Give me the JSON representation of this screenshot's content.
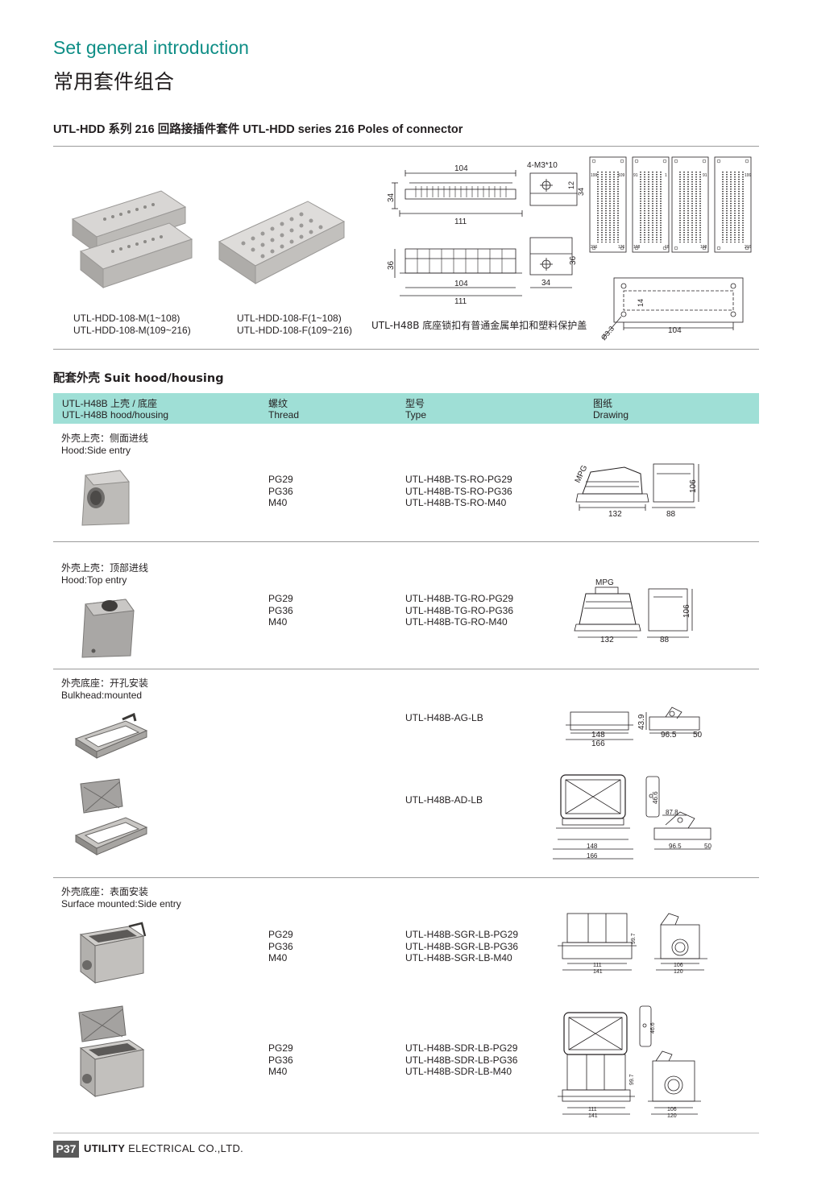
{
  "header": {
    "title_en": "Set general introduction",
    "title_cn": "常用套件组合"
  },
  "section1": {
    "heading": "UTL-HDD 系列 216 回路接插件套件  UTL-HDD series 216 Poles of connector",
    "male_labels": [
      "UTL-HDD-108-M(1~108)",
      "UTL-HDD-108-M(109~216)"
    ],
    "female_labels": [
      "UTL-HDD-108-F(1~108)",
      "UTL-HDD-108-F(109~216)"
    ],
    "housing_note": "UTL-H48B 底座锁扣有普通金属单扣和塑料保护盖",
    "dims": {
      "d104": "104",
      "d111": "111",
      "d34": "34",
      "d36": "36",
      "m3": "4-M3*10",
      "d12": "12",
      "d14": "14",
      "d33": "Ø3.3",
      "pin_labels": [
        "199",
        "109",
        "91",
        "1",
        "91",
        "199",
        "216",
        "126",
        "108",
        "18",
        "108",
        "216",
        "18",
        "126"
      ]
    }
  },
  "section2": {
    "heading": "配套外壳  Suit hood/housing",
    "table_header": {
      "col1": [
        "UTL-H48B 上壳 / 底座",
        "UTL-H48B hood/housing"
      ],
      "col2": [
        "螺纹",
        "Thread"
      ],
      "col3": [
        "型号",
        "Type"
      ],
      "col4": [
        "图纸",
        "Drawing"
      ]
    },
    "rows": [
      {
        "label": [
          "外壳上壳：侧面进线",
          "Hood:Side entry"
        ],
        "threads": [
          "PG29",
          "PG36",
          "M40"
        ],
        "types": [
          "UTL-H48B-TS-RO-PG29",
          "UTL-H48B-TS-RO-PG36",
          "UTL-H48B-TS-RO-M40"
        ],
        "dims": {
          "a": "132",
          "b": "88",
          "h": "106",
          "mpg": "MPG"
        }
      },
      {
        "label": [
          "外壳上壳：顶部进线",
          "Hood:Top entry"
        ],
        "threads": [
          "PG29",
          "PG36",
          "M40"
        ],
        "types": [
          "UTL-H48B-TG-RO-PG29",
          "UTL-H48B-TG-RO-PG36",
          "UTL-H48B-TG-RO-M40"
        ],
        "dims": {
          "a": "132",
          "b": "88",
          "h": "106",
          "mpg": "MPG"
        }
      },
      {
        "label": [
          "外壳底座：开孔安装",
          "Bulkhead:mounted"
        ],
        "types_a": [
          "UTL-H48B-AG-LB"
        ],
        "types_b": [
          "UTL-H48B-AD-LB"
        ],
        "dims_a": {
          "w1": "148",
          "w2": "166",
          "h": "43.9",
          "d1": "96.5",
          "d2": "50"
        },
        "dims_b": {
          "w1": "148",
          "w2": "166",
          "h": "46.6",
          "d0": "87.8",
          "d1": "96.5",
          "d2": "50"
        }
      },
      {
        "label": [
          "外壳底座：表面安装",
          "Surface mounted:Side entry"
        ],
        "threads_a": [
          "PG29",
          "PG36",
          "M40"
        ],
        "types_a": [
          "UTL-H48B-SGR-LB-PG29",
          "UTL-H48B-SGR-LB-PG36",
          "UTL-H48B-SGR-LB-M40"
        ],
        "threads_b": [
          "PG29",
          "PG36",
          "M40"
        ],
        "types_b": [
          "UTL-H48B-SDR-LB-PG29",
          "UTL-H48B-SDR-LB-PG36",
          "UTL-H48B-SDR-LB-M40"
        ],
        "dims_a": {
          "w1": "111",
          "w2": "141",
          "h": "99.7",
          "d1": "106",
          "d2": "120"
        },
        "dims_b": {
          "w1": "111",
          "w2": "141",
          "h": "99.7",
          "h2": "46.6",
          "d1": "106",
          "d2": "120"
        }
      }
    ]
  },
  "footer": {
    "page": "P37",
    "company_bold": "UTILITY",
    "company_rest": " ELECTRICAL CO.,LTD."
  },
  "colors": {
    "accent": "#0f8e86",
    "table_header_bg": "#9fdfd6",
    "rule": "#9a9a9a"
  }
}
